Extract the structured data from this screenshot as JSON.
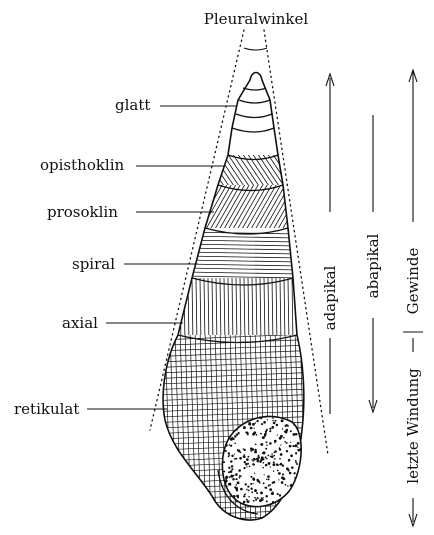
{
  "labels": {
    "pleural_angle": "Pleuralwinkel",
    "smooth": "glatt",
    "opisthocline": "opisthoklin",
    "prosocline": "prosoklin",
    "spiral": "spiral",
    "axial": "axial",
    "reticulate": "retikulat",
    "adapical": "adapikal",
    "abapical": "abapikal",
    "spire": "Gewinde",
    "last_whorl": "letzte Windung"
  }
}
